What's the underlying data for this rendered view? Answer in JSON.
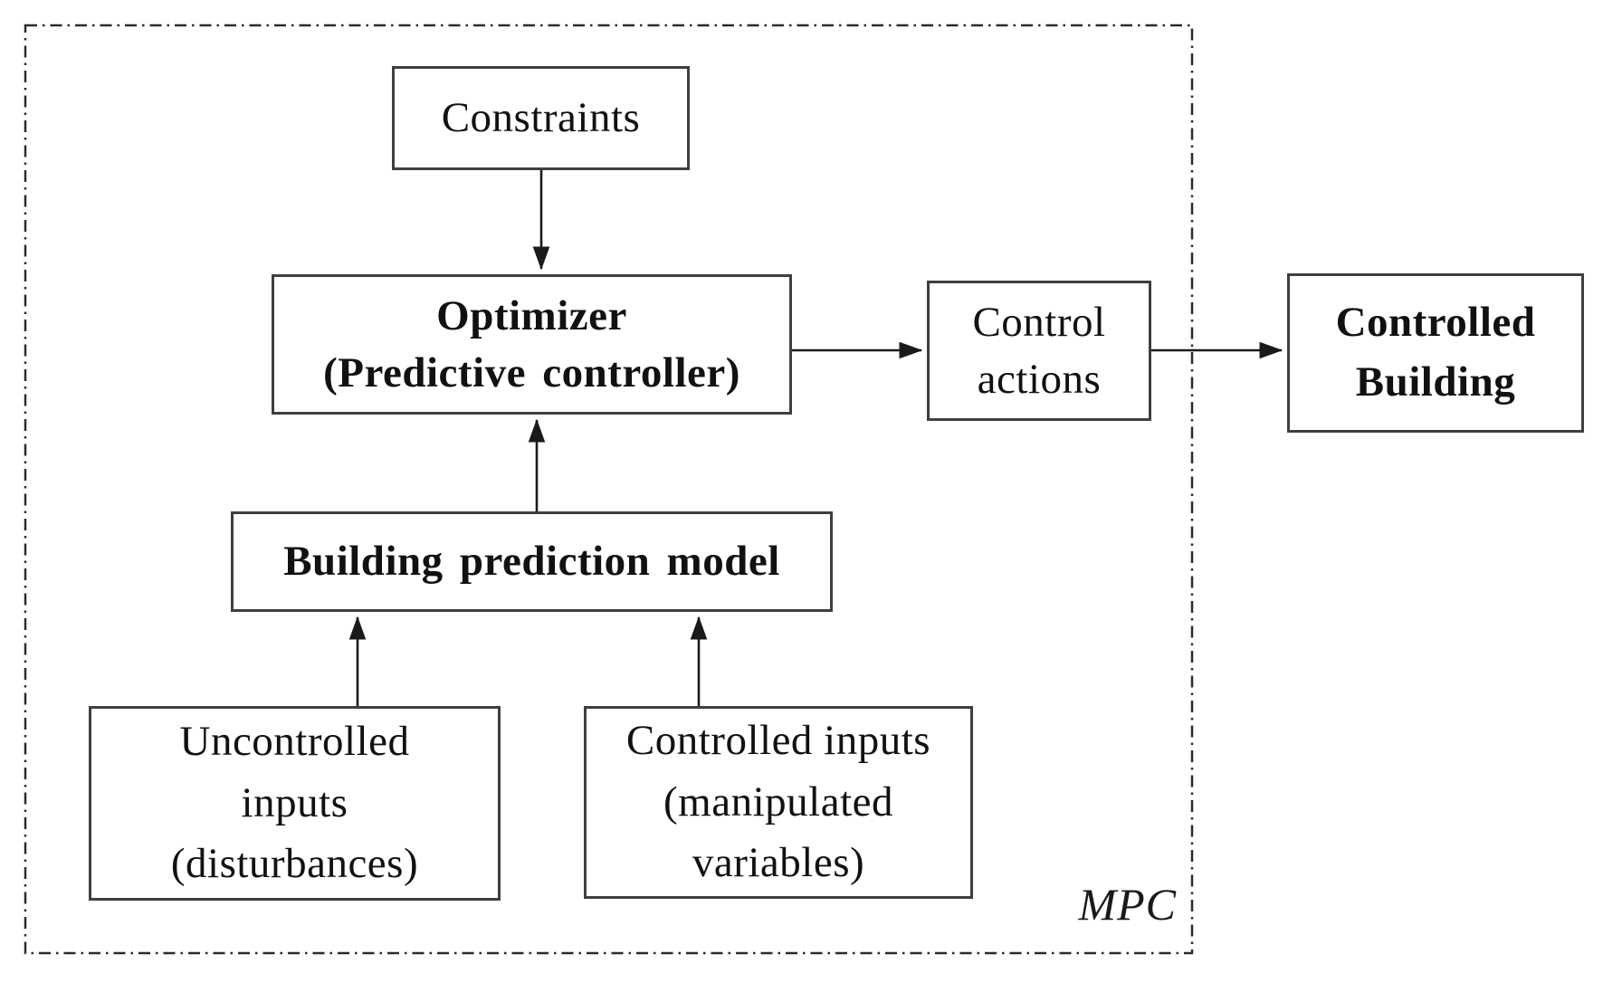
{
  "boundary": {
    "label": "MPC"
  },
  "boxes": {
    "constraints": {
      "lines": [
        "Constraints"
      ]
    },
    "optimizer": {
      "lines": [
        "Optimizer",
        "(Predictive controller)"
      ]
    },
    "control_actions": {
      "lines": [
        "Control",
        "actions"
      ]
    },
    "controlled_building": {
      "lines": [
        "Controlled",
        "Building"
      ]
    },
    "building_prediction_model": {
      "lines": [
        "Building prediction model"
      ]
    },
    "uncontrolled_inputs": {
      "lines": [
        "Uncontrolled",
        "inputs",
        "(disturbances)"
      ]
    },
    "controlled_inputs": {
      "lines": [
        "Controlled inputs",
        "(manipulated",
        "variables)"
      ]
    }
  },
  "connections": [
    {
      "from": "constraints",
      "to": "optimizer"
    },
    {
      "from": "building_prediction_model",
      "to": "optimizer"
    },
    {
      "from": "uncontrolled_inputs",
      "to": "building_prediction_model"
    },
    {
      "from": "controlled_inputs",
      "to": "building_prediction_model"
    },
    {
      "from": "optimizer",
      "to": "control_actions"
    },
    {
      "from": "control_actions",
      "to": "controlled_building"
    }
  ],
  "colors": {
    "background": "#ffffff",
    "box_border": "#3f3f3f",
    "line": "#1a1a1a",
    "text": "#111111"
  }
}
